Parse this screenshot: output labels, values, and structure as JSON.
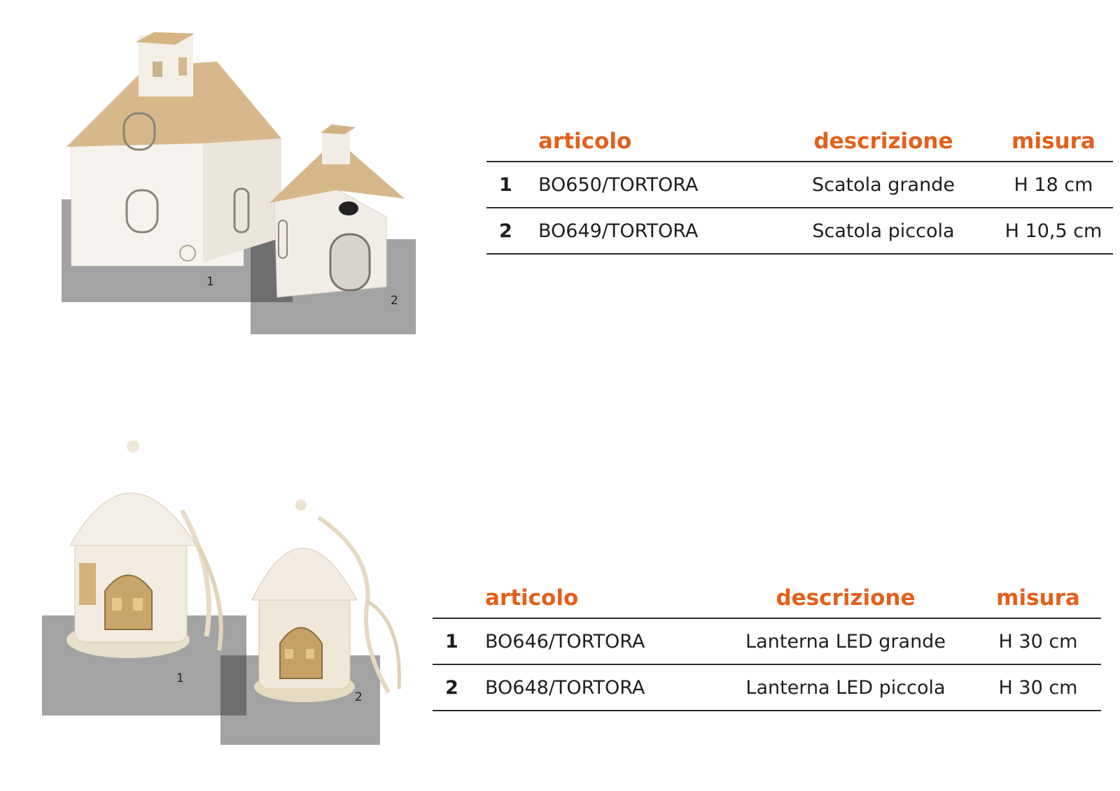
{
  "colors": {
    "header_accent": "#e2601c",
    "rule": "#2a2a2a",
    "swatch": "#a3a3a3",
    "swatch_overlap": "#6e6e6e"
  },
  "sections": [
    {
      "photo_labels": [
        "1",
        "2"
      ],
      "table": {
        "headers": {
          "articolo": "articolo",
          "descrizione": "descrizione",
          "misura": "misura"
        },
        "rows": [
          {
            "num": "1",
            "articolo": "BO650/TORTORA",
            "descrizione": "Scatola grande",
            "misura": "H 18 cm"
          },
          {
            "num": "2",
            "articolo": "BO649/TORTORA",
            "descrizione": "Scatola piccola",
            "misura": "H 10,5 cm"
          }
        ]
      }
    },
    {
      "photo_labels": [
        "1",
        "2"
      ],
      "table": {
        "headers": {
          "articolo": "articolo",
          "descrizione": "descrizione",
          "misura": "misura"
        },
        "rows": [
          {
            "num": "1",
            "articolo": "BO646/TORTORA",
            "descrizione": "Lanterna LED grande",
            "misura": "H 30 cm"
          },
          {
            "num": "2",
            "articolo": "BO648/TORTORA",
            "descrizione": "Lanterna LED piccola",
            "misura": "H 30 cm"
          }
        ]
      }
    }
  ]
}
